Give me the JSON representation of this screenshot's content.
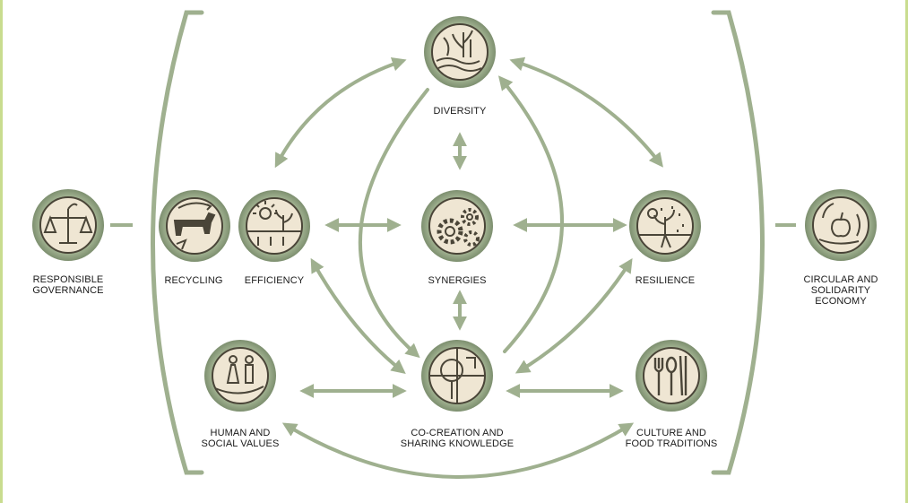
{
  "diagram": {
    "colors": {
      "accent": "#9fb08f",
      "ring": "#7d8f6f",
      "icon_bg": "#efe6d3",
      "icon_line": "#4a4538",
      "frame_border": "#c9dc8f"
    },
    "nodes": {
      "diversity": {
        "label": "DIVERSITY",
        "icon": "plants-water-icon"
      },
      "recycling": {
        "label": "RECYCLING",
        "icon": "cow-recycle-icon"
      },
      "efficiency": {
        "label": "EFFICIENCY",
        "icon": "sun-seedling-icon"
      },
      "synergies": {
        "label": "SYNERGIES",
        "icon": "gears-icon"
      },
      "resilience": {
        "label": "RESILIENCE",
        "icon": "rain-plant-icon"
      },
      "human_social": {
        "label": "HUMAN AND\nSOCIAL VALUES",
        "icon": "people-hand-icon"
      },
      "co_creation": {
        "label": "CO-CREATION AND\nSHARING KNOWLEDGE",
        "icon": "tree-puzzle-icon"
      },
      "culture_food": {
        "label": "CULTURE AND\nFOOD TRADITIONS",
        "icon": "fork-spoon-chopsticks-icon"
      },
      "responsible_governance": {
        "label": "RESPONSIBLE\nGOVERNANCE",
        "icon": "scales-icon"
      },
      "circular_economy": {
        "label": "CIRCULAR AND\nSOLIDARITY\nECONOMY",
        "icon": "apple-cycle-icon"
      }
    }
  }
}
